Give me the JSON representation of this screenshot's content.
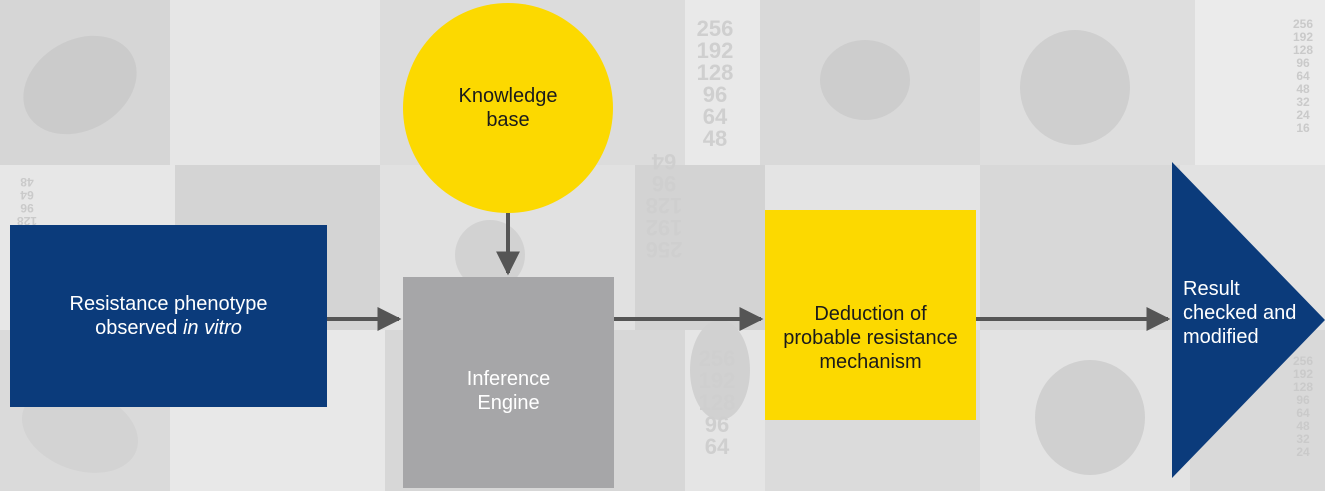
{
  "diagram": {
    "nodes": {
      "knowledge_base": {
        "label": "Knowledge base",
        "color": "#fcd900"
      },
      "phenotype": {
        "label_text": "Resistance phenotype observed ",
        "label_italic": "in vitro",
        "color": "#0b3b7b"
      },
      "inference_engine": {
        "label": "Inference Engine",
        "color": "#a6a6a8"
      },
      "deduction": {
        "label": "Deduction of probable resistance mechanism",
        "color": "#fcd900"
      },
      "result": {
        "label": "Result checked and modified",
        "color": "#0b3b7b"
      }
    },
    "edges": [
      {
        "from": "knowledge_base",
        "to": "inference_engine"
      },
      {
        "from": "phenotype",
        "to": "inference_engine"
      },
      {
        "from": "inference_engine",
        "to": "deduction"
      },
      {
        "from": "deduction",
        "to": "result"
      }
    ],
    "arrow_color": "#555555"
  },
  "background": {
    "number_columns": [
      [
        "256",
        "192",
        "128",
        "96",
        "64",
        "48"
      ],
      [
        "256",
        "192",
        "128",
        "96",
        "64"
      ],
      [
        "256",
        "192",
        "128",
        "96",
        "64",
        "48",
        "32",
        "24",
        "16"
      ]
    ]
  }
}
